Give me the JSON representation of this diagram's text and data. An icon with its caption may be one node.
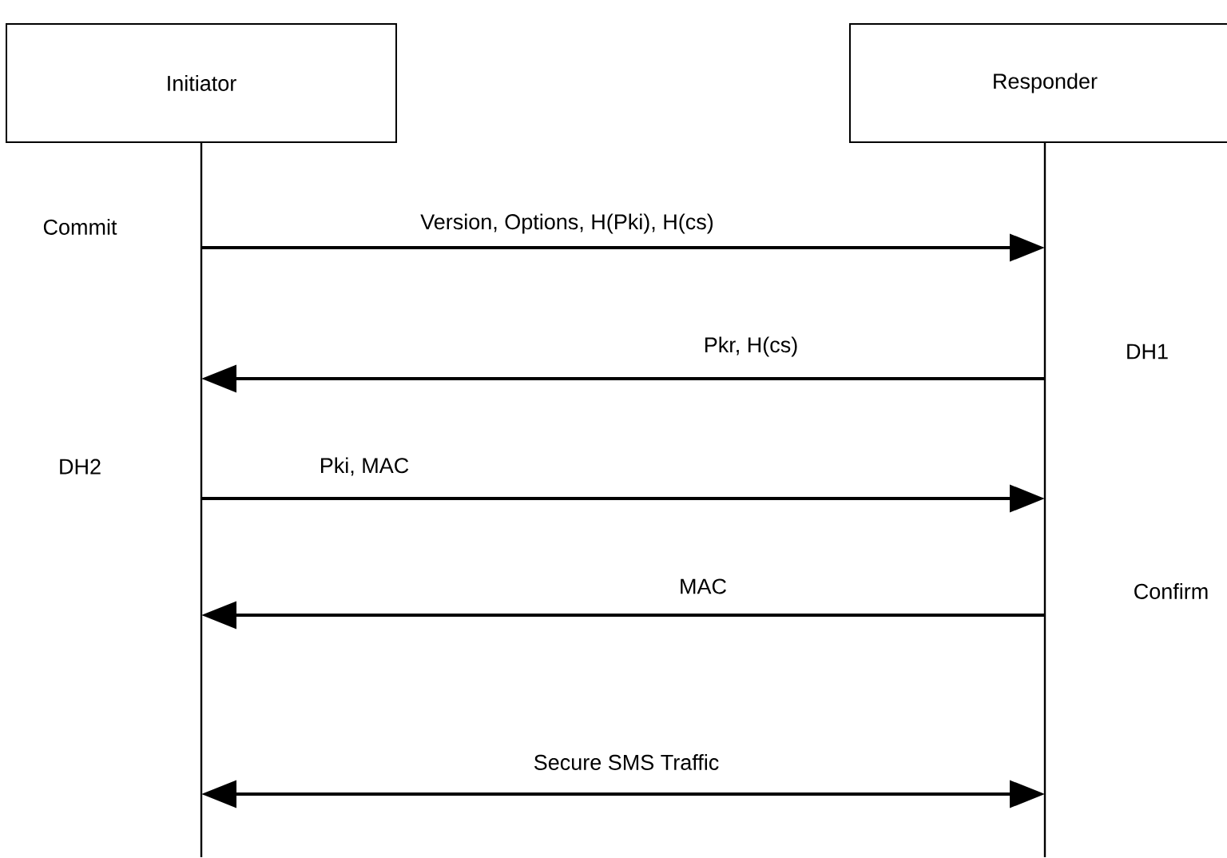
{
  "diagram": {
    "nodes": [
      {
        "text": [
          "Initiator"
        ]
      },
      {
        "text": [
          "Responder"
        ]
      }
    ],
    "edges": [
      {
        "from": 0,
        "to": 1,
        "arrow": "to",
        "label": "Version, Options, H(Pki), H(cs)"
      },
      {
        "from": 1,
        "to": 0,
        "arrow": "to",
        "label": "Pkr, H(cs)"
      },
      {
        "from": 0,
        "to": 1,
        "arrow": "to",
        "label": "Pki, MAC"
      },
      {
        "from": 1,
        "to": 0,
        "arrow": "to",
        "label": "MAC"
      },
      {
        "from": 0,
        "to": 1,
        "arrow": "both",
        "label": "Secure SMS Traffic"
      }
    ],
    "labels": [
      "Commit",
      "DH1",
      "DH2",
      "Confirm"
    ]
  }
}
